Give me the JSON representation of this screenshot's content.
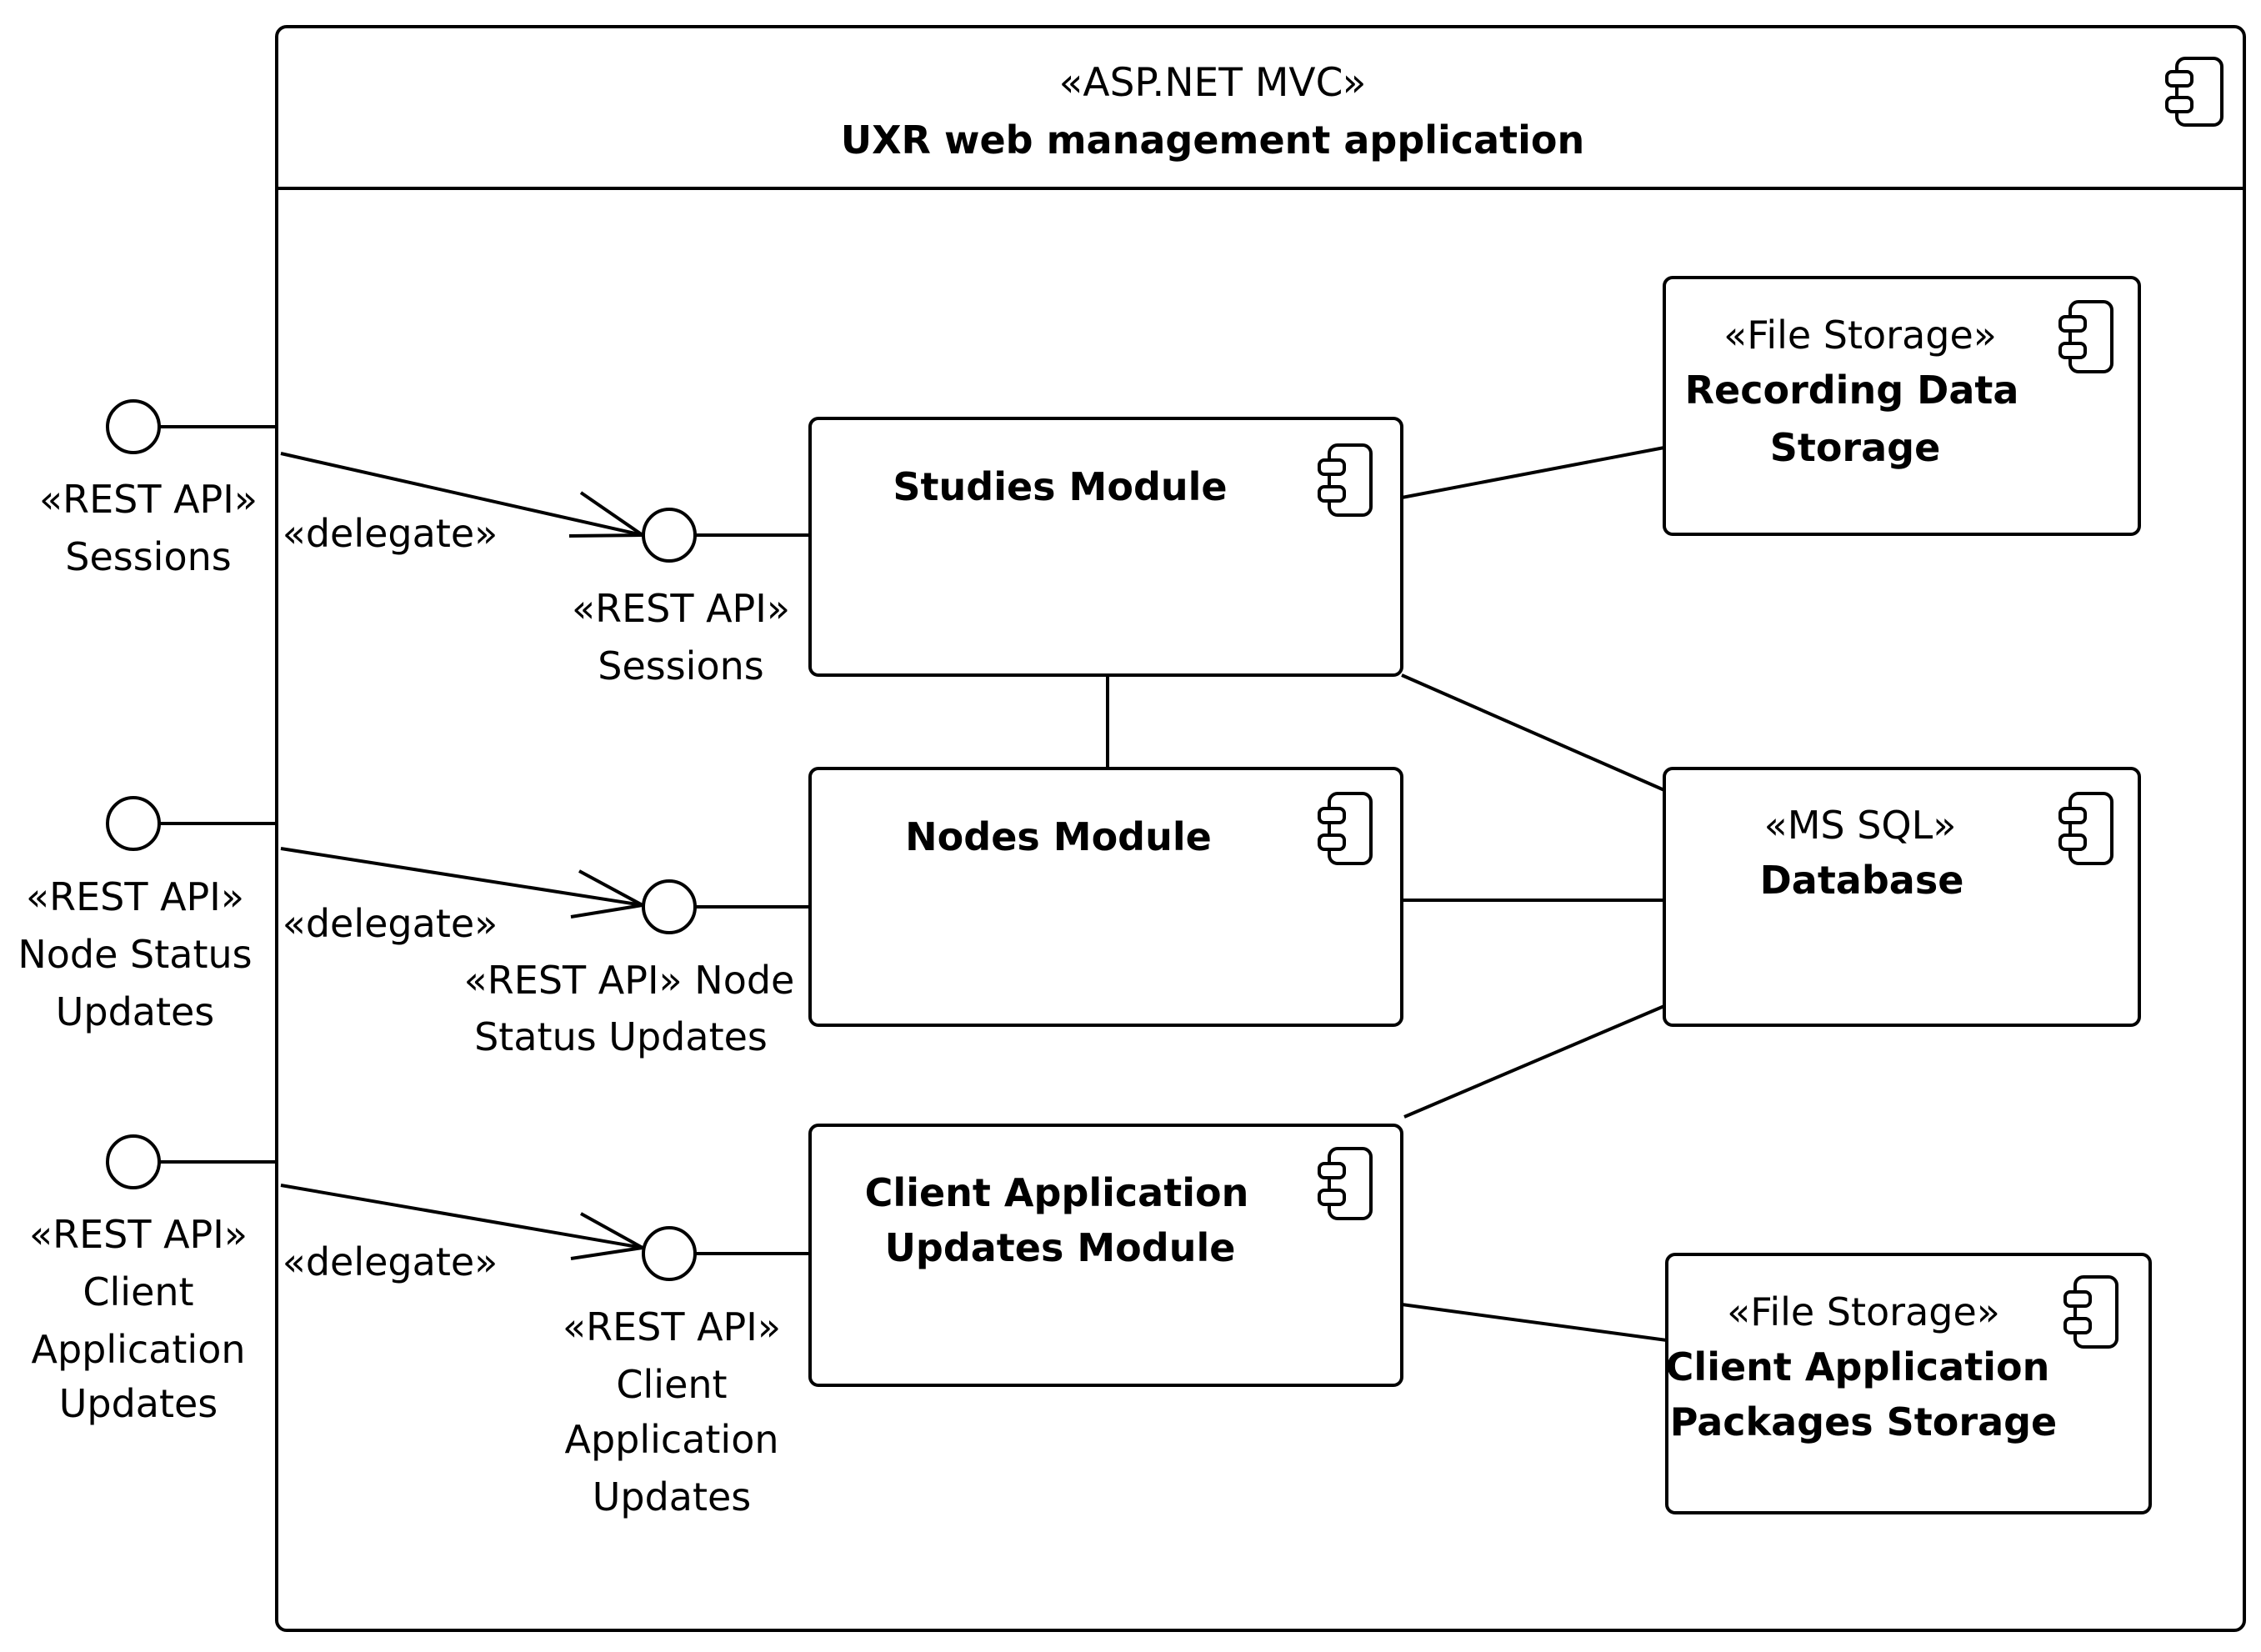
{
  "container": {
    "stereotype": "«ASP.NET MVC»",
    "name": "UXR web management application"
  },
  "external_ports": {
    "sessions": [
      "«REST API»",
      "Sessions"
    ],
    "node_status": [
      "«REST API»",
      "Node Status",
      "Updates"
    ],
    "client_updates": [
      "«REST API»",
      "Client",
      "Application",
      "Updates"
    ]
  },
  "delegate_label": "«delegate»",
  "internal_ports": {
    "sessions": [
      "«REST API»",
      "Sessions"
    ],
    "node_status": [
      "«REST API» Node",
      "Status Updates"
    ],
    "client_updates": [
      "«REST API»",
      "Client",
      "Application",
      "Updates"
    ]
  },
  "components": {
    "studies": [
      "Studies Module"
    ],
    "nodes": [
      "Nodes Module"
    ],
    "client_updates": [
      "Client Application",
      "Updates Module"
    ],
    "recording_storage": {
      "stereotype": "«File Storage»",
      "name": [
        "Recording Data",
        "Storage"
      ]
    },
    "database": {
      "stereotype": "«MS SQL»",
      "name": [
        "Database"
      ]
    },
    "packages_storage": {
      "stereotype": "«File Storage»",
      "name": [
        "Client Application",
        "Packages Storage"
      ]
    }
  },
  "icons": [
    "component-icon"
  ]
}
